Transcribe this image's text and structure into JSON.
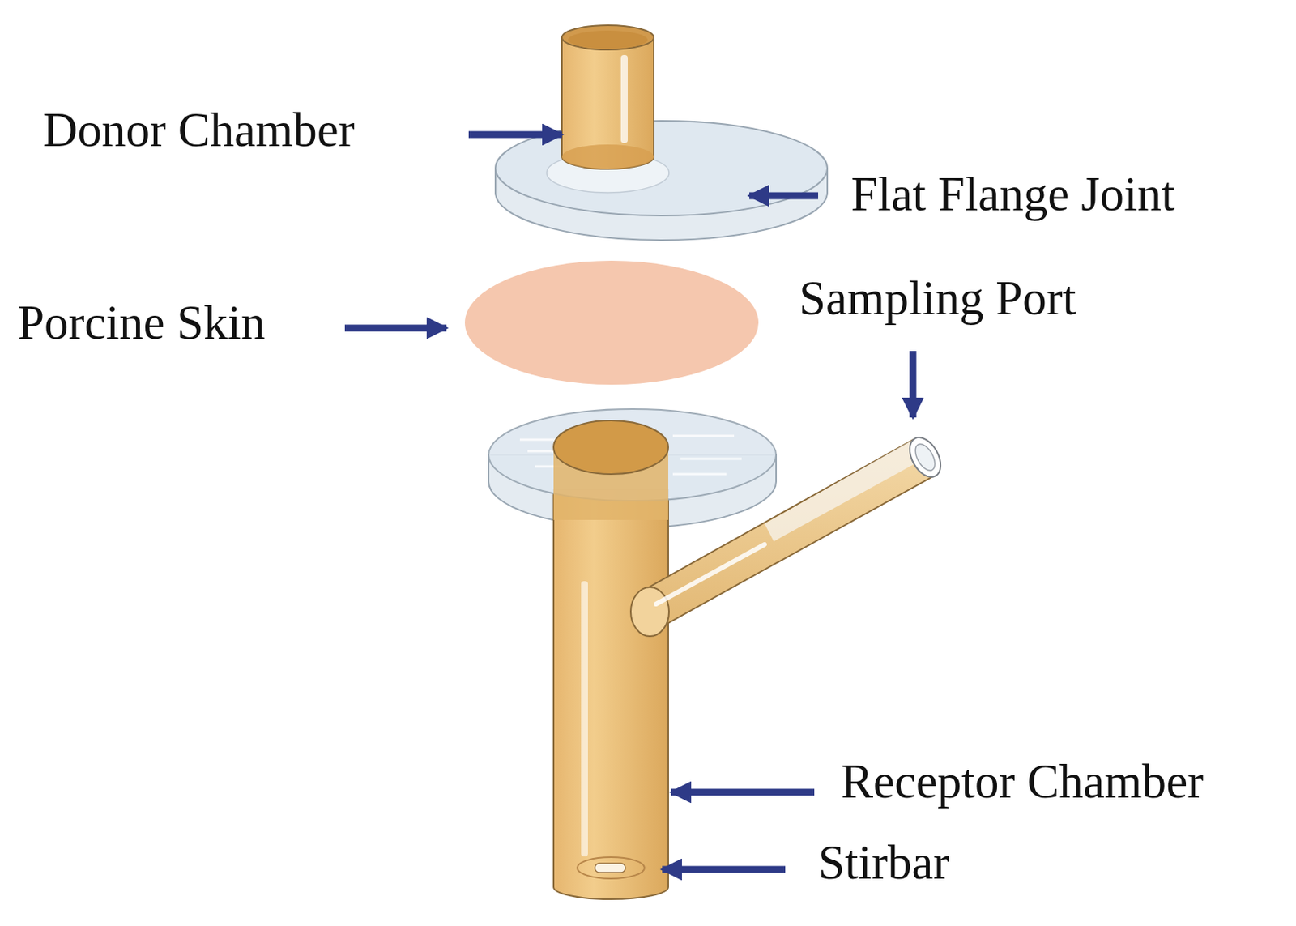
{
  "diagram": {
    "labels": [
      "Donor Chamber",
      "Flat Flange Joint",
      "Porcine Skin",
      "Sampling Port",
      "Receptor Chamber",
      "Stirbar"
    ]
  }
}
